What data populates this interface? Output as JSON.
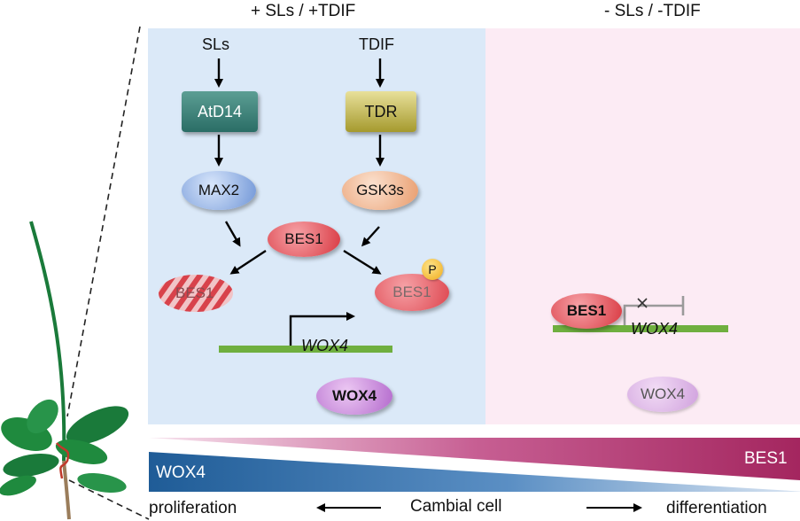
{
  "headers": {
    "left": "+ SLs / +TDIF",
    "right": "- SLs / -TDIF"
  },
  "left_panel": {
    "sls": "SLs",
    "tdif": "TDIF",
    "atd14": "AtD14",
    "tdr": "TDR",
    "max2": "MAX2",
    "gsk3s": "GSK3s",
    "bes1_center": "BES1",
    "bes1_degraded": "BES1",
    "bes1_phospho": "BES1",
    "phospho_badge": "P",
    "gene_label": "WOX4",
    "wox4_protein": "WOX4"
  },
  "right_panel": {
    "bes1": "BES1",
    "gene_label": "WOX4",
    "wox4_protein": "WOX4"
  },
  "gradient": {
    "left_label": "WOX4",
    "right_label": "BES1"
  },
  "bottom": {
    "left": "proliferation",
    "center": "Cambial cell",
    "right": "differentiation"
  },
  "colors": {
    "left_panel_bg": "#dbe9f8",
    "right_panel_bg": "#fcebf4",
    "wox4_gradient": "#1f5c97",
    "bes1_gradient": "#a4265f",
    "gene_bar": "#6faf3f",
    "plant_green": "#1a7a3a"
  }
}
